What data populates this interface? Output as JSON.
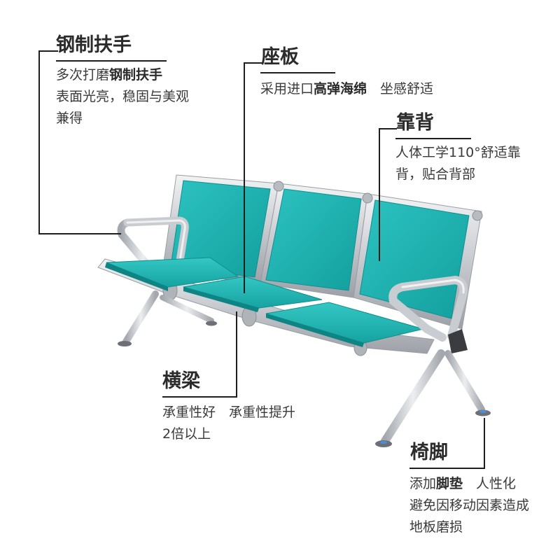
{
  "callouts": {
    "armrest": {
      "title": "钢制扶手",
      "lines": [
        {
          "pre": "多次打磨",
          "bold": "钢制扶手",
          "post": ""
        },
        {
          "pre": "表面光亮，稳固与美观",
          "bold": "",
          "post": ""
        },
        {
          "pre": "兼得",
          "bold": "",
          "post": ""
        }
      ]
    },
    "seat": {
      "title": "座板",
      "lines": [
        {
          "pre": "采用进口",
          "bold": "高弹海绵",
          "post": "　坐感舒适"
        }
      ]
    },
    "backrest": {
      "title": "靠背",
      "lines": [
        {
          "pre": "人体工学110°舒适靠",
          "bold": "",
          "post": ""
        },
        {
          "pre": "背，贴合背部",
          "bold": "",
          "post": ""
        }
      ]
    },
    "beam": {
      "title": "横梁",
      "lines": [
        {
          "pre": "承重性好　承重性提升",
          "bold": "",
          "post": ""
        },
        {
          "pre": "2倍以上",
          "bold": "",
          "post": ""
        }
      ]
    },
    "legs": {
      "title": "椅脚",
      "lines": [
        {
          "pre": "添加",
          "bold": "脚垫",
          "post": "　人性化"
        },
        {
          "pre": "避免因移动因素造成",
          "bold": "",
          "post": ""
        },
        {
          "pre": "地板磨损",
          "bold": "",
          "post": ""
        }
      ]
    }
  },
  "product": {
    "type": "3-seat waiting-area bench",
    "cushion_color": "#1fb4b2",
    "frame_color": "#c9ccd1"
  }
}
